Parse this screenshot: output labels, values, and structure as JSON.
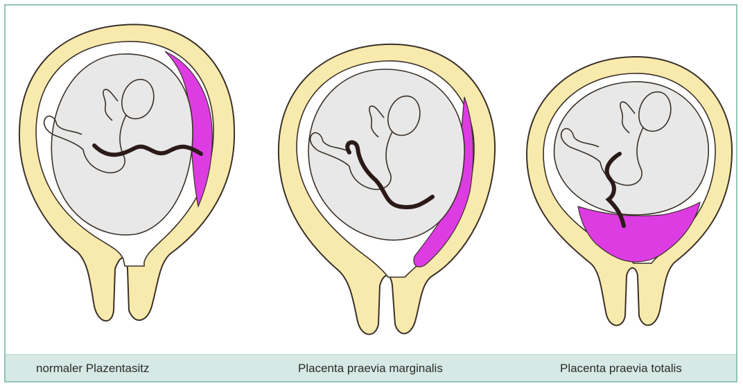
{
  "captions": [
    "normaler Plazentasitz",
    "Placenta praevia marginalis",
    "Placenta praevia totalis"
  ],
  "colors": {
    "frame": "#93c3b9",
    "caption_bar": "#d6e9e4",
    "uterus_wall": "#f8eaad",
    "amniotic_sac": "#e8e8e8",
    "placenta": "#dd3ce3",
    "umbilical_cord": "#2b1a18",
    "outline": "#3a3028"
  },
  "figures": [
    {
      "name": "normal-placenta-site",
      "placenta_position": "fundus-right-side"
    },
    {
      "name": "placenta-praevia-marginalis",
      "placenta_position": "lower-segment-edge"
    },
    {
      "name": "placenta-praevia-totalis",
      "placenta_position": "covering-cervix"
    }
  ]
}
